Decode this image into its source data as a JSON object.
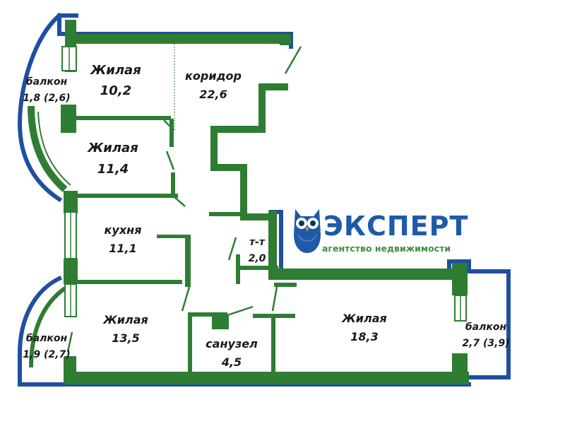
{
  "rooms": {
    "living1": {
      "name": "Жилая",
      "area": "10,2"
    },
    "corridor": {
      "name": "коридор",
      "area": "22,6"
    },
    "living2": {
      "name": "Жилая",
      "area": "11,4"
    },
    "kitchen": {
      "name": "кухня",
      "area": "11,1"
    },
    "wc": {
      "name": "т-т",
      "area": "2,0"
    },
    "living3": {
      "name": "Жилая",
      "area": "13,5"
    },
    "bathroom": {
      "name": "санузел",
      "area": "4,5"
    },
    "living4": {
      "name": "Жилая",
      "area": "18,3"
    }
  },
  "balconies": {
    "balcony1": {
      "name": "балкон",
      "area": "1,8 (2,6)"
    },
    "balcony2": {
      "name": "балкон",
      "area": "1,9 (2,7)"
    },
    "balcony3": {
      "name": "балкон",
      "area": "2,7 (3,9)"
    }
  },
  "logo": {
    "name": "ЭКСПЕРТ",
    "subtitle": "агентство недвижимости"
  },
  "colors": {
    "wall_green": "#2e7d32",
    "wall_blue": "#1f4fa0",
    "brand_blue": "#1e5aa8",
    "brand_green": "#3e8e3e"
  }
}
